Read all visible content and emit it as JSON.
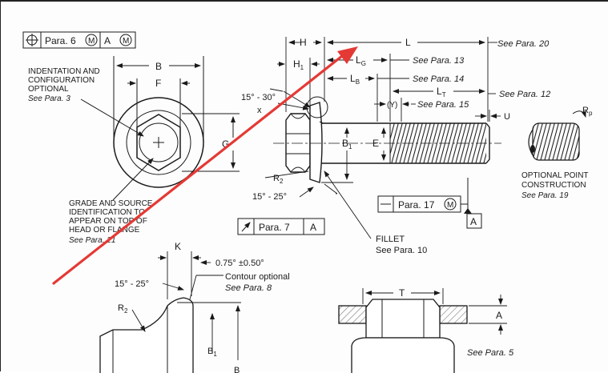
{
  "colors": {
    "ink": "#1a1a1a",
    "arrow": "#e53935",
    "hatch": "#7a7a7a"
  },
  "fcf_top": {
    "symbol": "position-icon",
    "para": "Para. 6",
    "m1": "M",
    "datum": "A",
    "m2": "M"
  },
  "labels": {
    "B": "B",
    "F": "F",
    "G": "G",
    "H": "H",
    "H1": "H",
    "H1_sub": "1",
    "L": "L",
    "LG": "L",
    "LG_sub": "G",
    "LB": "L",
    "LB_sub": "B",
    "LT": "L",
    "LT_sub": "T",
    "Y": "(Y)",
    "U": "U",
    "E": "E",
    "B1": "B",
    "B1_sub": "1",
    "R2": "R",
    "R2_sub": "2",
    "x": "x",
    "Rp": "R",
    "Rp_sub": "p",
    "K": "K",
    "T": "T",
    "A": "A",
    "A_datum": "A",
    "B1b": "B",
    "B1b_sub": "1",
    "Bb": "B",
    "R2b": "R",
    "R2b_sub": "2",
    "Ab": "A"
  },
  "notes": {
    "indent1": "INDENTATION AND",
    "indent2": "CONFIGURATION",
    "indent3": "OPTIONAL",
    "indent4": "See Para. 3",
    "grade1": "GRADE AND SOURCE",
    "grade2": "IDENTIFICATION TO",
    "grade3": "APPEAR ON TOP OF",
    "grade4": "HEAD OR FLANGE",
    "grade5": "See Para. 21",
    "angle1": "15° - 30°",
    "angle2": "15° - 25°",
    "angle3": "15° - 25°",
    "para20": "See Para. 20",
    "para13": "See Para. 13",
    "para14": "See Para. 14",
    "para15": "See Para. 15",
    "para12": "See Para. 12",
    "opt1": "OPTIONAL POINT",
    "opt2": "CONSTRUCTION",
    "opt3": "See Para. 19",
    "fillet1": "FILLET",
    "fillet2": "See Para. 10",
    "para17": "Para. 17",
    "para17_m": "M",
    "para7": "Para. 7",
    "para7_datum": "A",
    "tol": "0.75° ±0.50°",
    "contour1": "Contour optional",
    "contour2": "See Para. 8",
    "para5": "See Para. 5"
  }
}
